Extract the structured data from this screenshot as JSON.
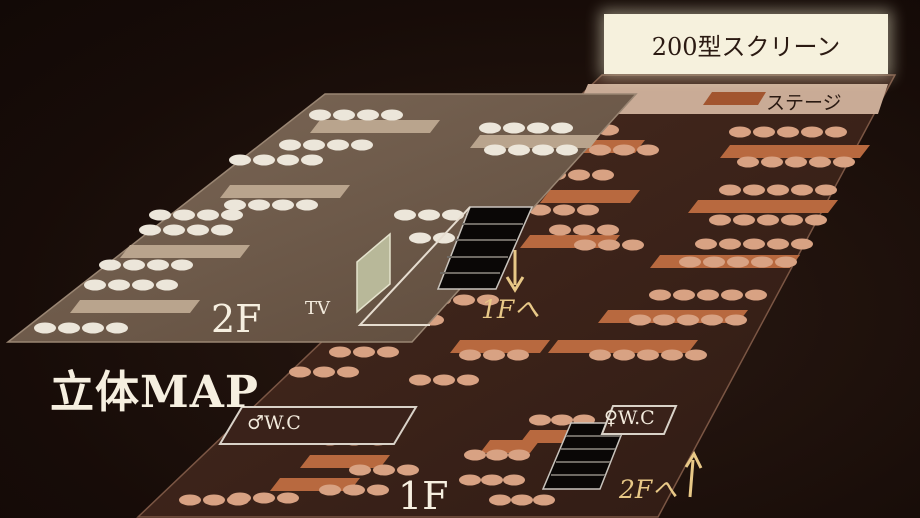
{
  "map": {
    "title": "立体MAP",
    "screen_label": "200型スクリーン",
    "stage_label": "ステージ",
    "tv_label": "TV",
    "floor2_label": "2F",
    "floor1_label": "1F",
    "male_wc_label": "♂W.C",
    "female_wc_label": "♀W.C",
    "to_1f_label": "1Fへ",
    "to_2f_label": "2Fへ",
    "stairs_down_arrow": "arrow-down-icon",
    "stairs_up_arrow": "arrow-up-icon"
  },
  "colors": {
    "background": "#1b0f0b",
    "floor1": "#3b2219",
    "floor2": "#6e5a4a",
    "table_1f": "#b8693f",
    "table_2f": "#b9a48d",
    "seat_1f": "#d8a283",
    "seat_2f": "#ece6da",
    "accent_text": "#e8c887",
    "screen": "#f6f1dd"
  }
}
